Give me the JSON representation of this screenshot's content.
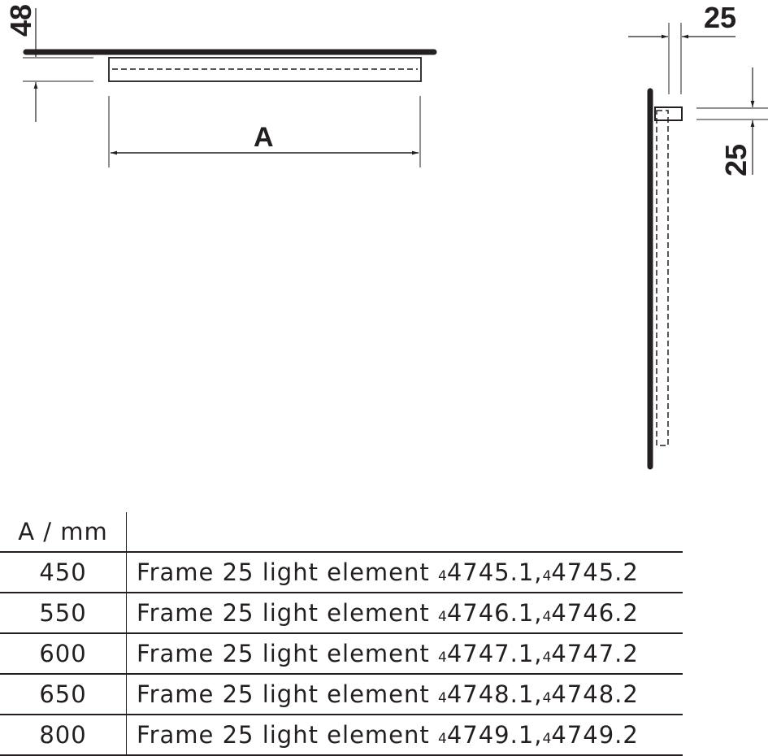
{
  "drawing": {
    "dim_height": "48",
    "dim_length": "A",
    "dim_side_width": "25",
    "dim_side_depth": "25"
  },
  "table": {
    "header": "A / mm",
    "rows": [
      {
        "a": "450",
        "description": "Frame 25 light element",
        "prefix1": "4",
        "code1": "4745.1,",
        "prefix2": "4",
        "code2": "4745.2"
      },
      {
        "a": "550",
        "description": "Frame 25 light element",
        "prefix1": "4",
        "code1": "4746.1,",
        "prefix2": "4",
        "code2": "4746.2"
      },
      {
        "a": "600",
        "description": "Frame 25 light element",
        "prefix1": "4",
        "code1": "4747.1,",
        "prefix2": "4",
        "code2": "4747.2"
      },
      {
        "a": "650",
        "description": "Frame 25 light element",
        "prefix1": "4",
        "code1": "4748.1,",
        "prefix2": "4",
        "code2": "4748.2"
      },
      {
        "a": "800",
        "description": "Frame 25 light element",
        "prefix1": "4",
        "code1": "4749.1,",
        "prefix2": "4",
        "code2": "4749.2"
      }
    ]
  }
}
